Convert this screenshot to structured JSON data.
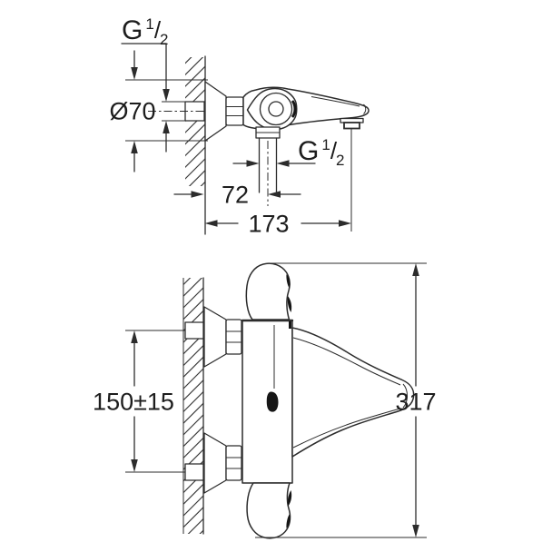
{
  "colors": {
    "background": "#ffffff",
    "line": "#2c2c2c",
    "text": "#1d1d1d"
  },
  "labels": {
    "g_half": {
      "base": "G",
      "numerator": "1",
      "slash": "/",
      "denominator": "2"
    },
    "side_view": {
      "escutcheon_diameter": "Ø70",
      "wall_to_shower_outlet": "72",
      "wall_to_spout_tip": "173"
    },
    "front_view": {
      "inlet_center_distance": "150±15",
      "overall_width": "317"
    }
  }
}
